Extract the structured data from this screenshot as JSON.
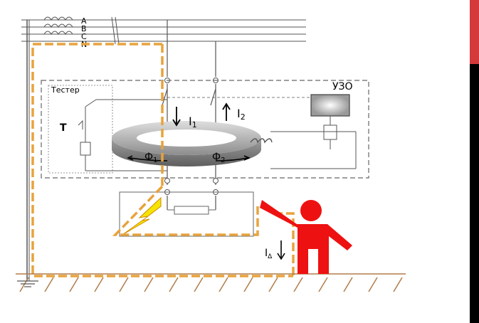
{
  "phases": {
    "a": "A",
    "b": "B",
    "c": "C",
    "n": "N"
  },
  "device": {
    "label": "УЗО"
  },
  "tester": {
    "label": "Тестер",
    "button": "T"
  },
  "currents": {
    "i1": "I",
    "i1_sub": "1",
    "i2": "I",
    "i2_sub": "2",
    "leak": "I",
    "leak_sub": "Δ"
  },
  "flux": {
    "f1": "Ф",
    "f1_sub": "1",
    "f2": "Ф",
    "f2_sub": "2"
  },
  "colors": {
    "earth_path": "#e8a33d",
    "person": "#ee1111",
    "spark_yellow": "#f5e400",
    "ground": "#b07d4a",
    "side_bar_red": "#d43a3a"
  }
}
